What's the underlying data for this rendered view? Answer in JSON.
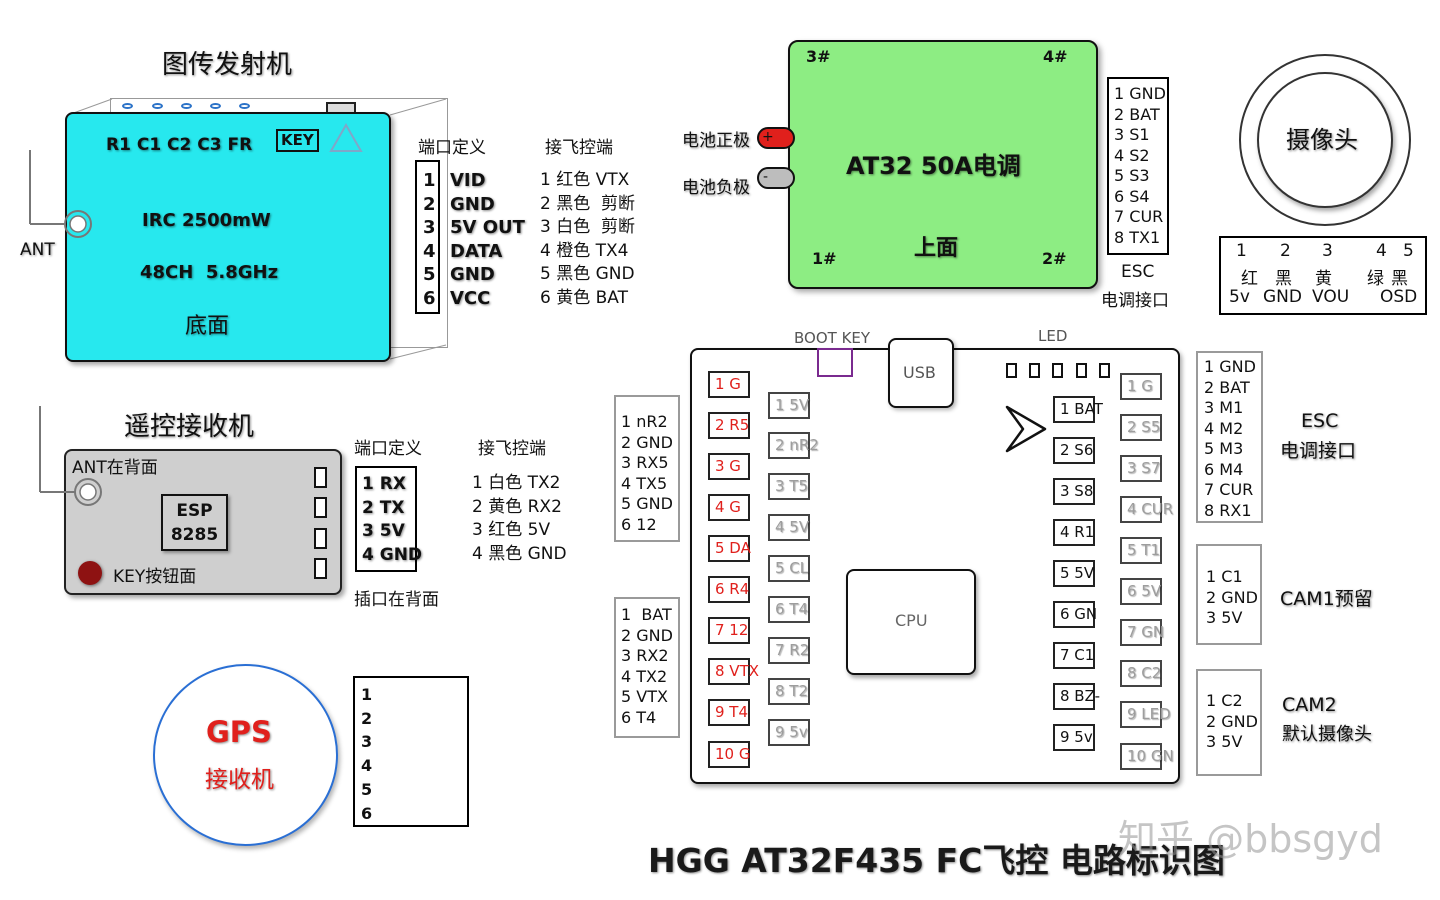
{
  "vtx": {
    "title": "图传发射机",
    "channels_label": "R1 C1 C2 C3 FR",
    "key_label": "KEY",
    "power": "IRC 2500mW",
    "band": "48CH  5.8GHz",
    "side": "底面",
    "ant": "ANT",
    "port_header": "端口定义",
    "fc_header": "接飞控端",
    "pins": [
      {
        "n": "1",
        "name": "VID"
      },
      {
        "n": "2",
        "name": "GND"
      },
      {
        "n": "3",
        "name": "5V OUT"
      },
      {
        "n": "4",
        "name": "DATA"
      },
      {
        "n": "5",
        "name": "GND"
      },
      {
        "n": "6",
        "name": "VCC"
      }
    ],
    "fc": [
      "1 红色 VTX",
      "2 黑色  剪断",
      "3 白色  剪断",
      "4 橙色 TX4",
      "5 黑色 GND",
      "6 黄色 BAT"
    ]
  },
  "rx": {
    "title": "遥控接收机",
    "ant": "ANT在背面",
    "chip_line1": "ESP",
    "chip_line2": "8285",
    "key": "KEY按钮面",
    "port_header": "端口定义",
    "fc_header": "接飞控端",
    "pins": [
      "1 RX",
      "2 TX",
      "3 5V",
      "4 GND"
    ],
    "fc": [
      "1 白色 TX2",
      "2 黄色 RX2",
      "3 红色 5V",
      "4 黑色 GND"
    ],
    "plug_note": "插口在背面"
  },
  "gps": {
    "line1": "GPS",
    "line2": "接收机",
    "pins": [
      "1",
      "2",
      "3",
      "4",
      "5",
      "6"
    ]
  },
  "esc": {
    "corner_tl": "3#",
    "corner_tr": "4#",
    "corner_bl": "1#",
    "corner_br": "2#",
    "name": "AT32 50A电调",
    "side": "上面",
    "bat_pos": "电池正极",
    "bat_neg": "电池负极",
    "plus": "+",
    "minus": "-",
    "pins": [
      "1 GND",
      "2 BAT",
      "3 S1",
      "4 S2",
      "5 S3",
      "6 S4",
      "7 CUR",
      "8 TX1"
    ],
    "label1": "ESC",
    "label2": "电调接口"
  },
  "camera": {
    "label": "摄像头",
    "header_nums": [
      "1",
      "2",
      "3",
      "4",
      "5"
    ],
    "colors": [
      "红",
      "黑",
      "黄",
      "绿",
      "黑"
    ],
    "signals": [
      "5v",
      "GND",
      "VOU",
      "OSD"
    ]
  },
  "fc": {
    "boot_key": "BOOT KEY",
    "usb": "USB",
    "led": "LED",
    "cpu": "CPU",
    "left_col1": [
      "1 G",
      "2 R5",
      "3 G",
      "4 G",
      "5 DA",
      "6 R4",
      "7 12",
      "8 VTX",
      "9 T4",
      "10 G"
    ],
    "left_col2": [
      "1 5V",
      "2 nR2",
      "3 T5",
      "4 5V",
      "5 CL",
      "6 T4",
      "7 R2",
      "8 T2",
      "9 5v"
    ],
    "right_col1": [
      "1 BAT",
      "2 S6",
      "3 S8",
      "4 R1",
      "5 5V",
      "6 GN",
      "7 C1",
      "8 BZ-",
      "9 5v"
    ],
    "right_col2": [
      "1 G",
      "2 S5",
      "3 S7",
      "4 CUR",
      "5 T1",
      "6 5V",
      "7 GN",
      "8 C2",
      "9 LED",
      "10 GN"
    ],
    "left_group_top": [
      "1 nR2",
      "2 GND",
      "3 RX5",
      "4 TX5",
      "5 GND",
      "6 12"
    ],
    "left_group_bottom": [
      "1  BAT",
      "2 GND",
      "3 RX2",
      "4 TX2",
      "5 VTX",
      "6 T4"
    ],
    "esc_pins": [
      "1 GND",
      "2 BAT",
      "3 M1",
      "4 M2",
      "5 M3",
      "6 M4",
      "7 CUR",
      "8 RX1"
    ],
    "esc_label1": "ESC",
    "esc_label2": "电调接口",
    "cam1_pins": [
      "1 C1",
      "2 GND",
      "3 5V"
    ],
    "cam1_label": "CAM1预留",
    "cam2_pins": [
      "1 C2",
      "2 GND",
      "3 5V"
    ],
    "cam2_label1": "CAM2",
    "cam2_label2": "默认摄像头"
  },
  "footer": {
    "title": "HGG AT32F435 FC飞控 电路标识图",
    "watermark": "知乎 @bbsgyd"
  },
  "colors": {
    "vtx": "#27e8ee",
    "esc": "#8ded83",
    "rx": "#cfcfcf",
    "red_pad": "#e0201c",
    "gps_ring": "#2a6fd4"
  }
}
